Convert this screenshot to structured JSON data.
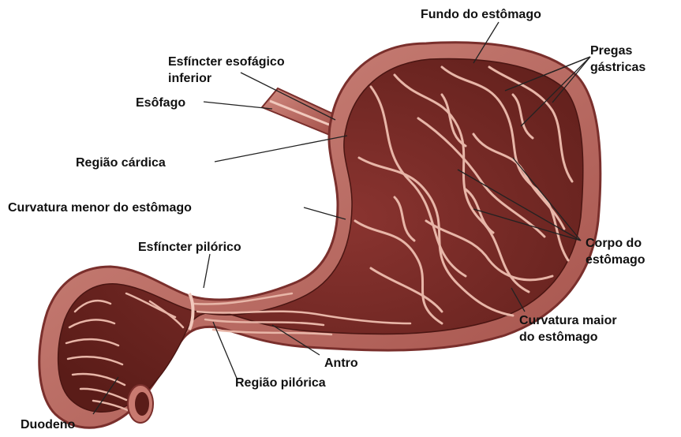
{
  "labels": {
    "fundo": "Fundo do estômago",
    "pregas": [
      "Pregas",
      "gástricas"
    ],
    "esfincter_esofagico": [
      "Esfíncter esofágico",
      "inferior"
    ],
    "esofago": "Esôfago",
    "regiao_cardica": "Região cárdica",
    "curvatura_menor": "Curvatura menor do estômago",
    "esfincter_pilorico": "Esfíncter pilórico",
    "corpo": [
      "Corpo do",
      "estômago"
    ],
    "curvatura_maior": [
      "Curvatura maior",
      "do estômago"
    ],
    "antro": "Antro",
    "regiao_pilorica": "Região pilórica",
    "duodeno": "Duodeno"
  },
  "colors": {
    "outer_wall": "#b8615a",
    "outer_wall_edge": "#7a2f2c",
    "inner_cavity": "#6e2420",
    "folds": "#e8b6a8",
    "text": "#111111"
  }
}
